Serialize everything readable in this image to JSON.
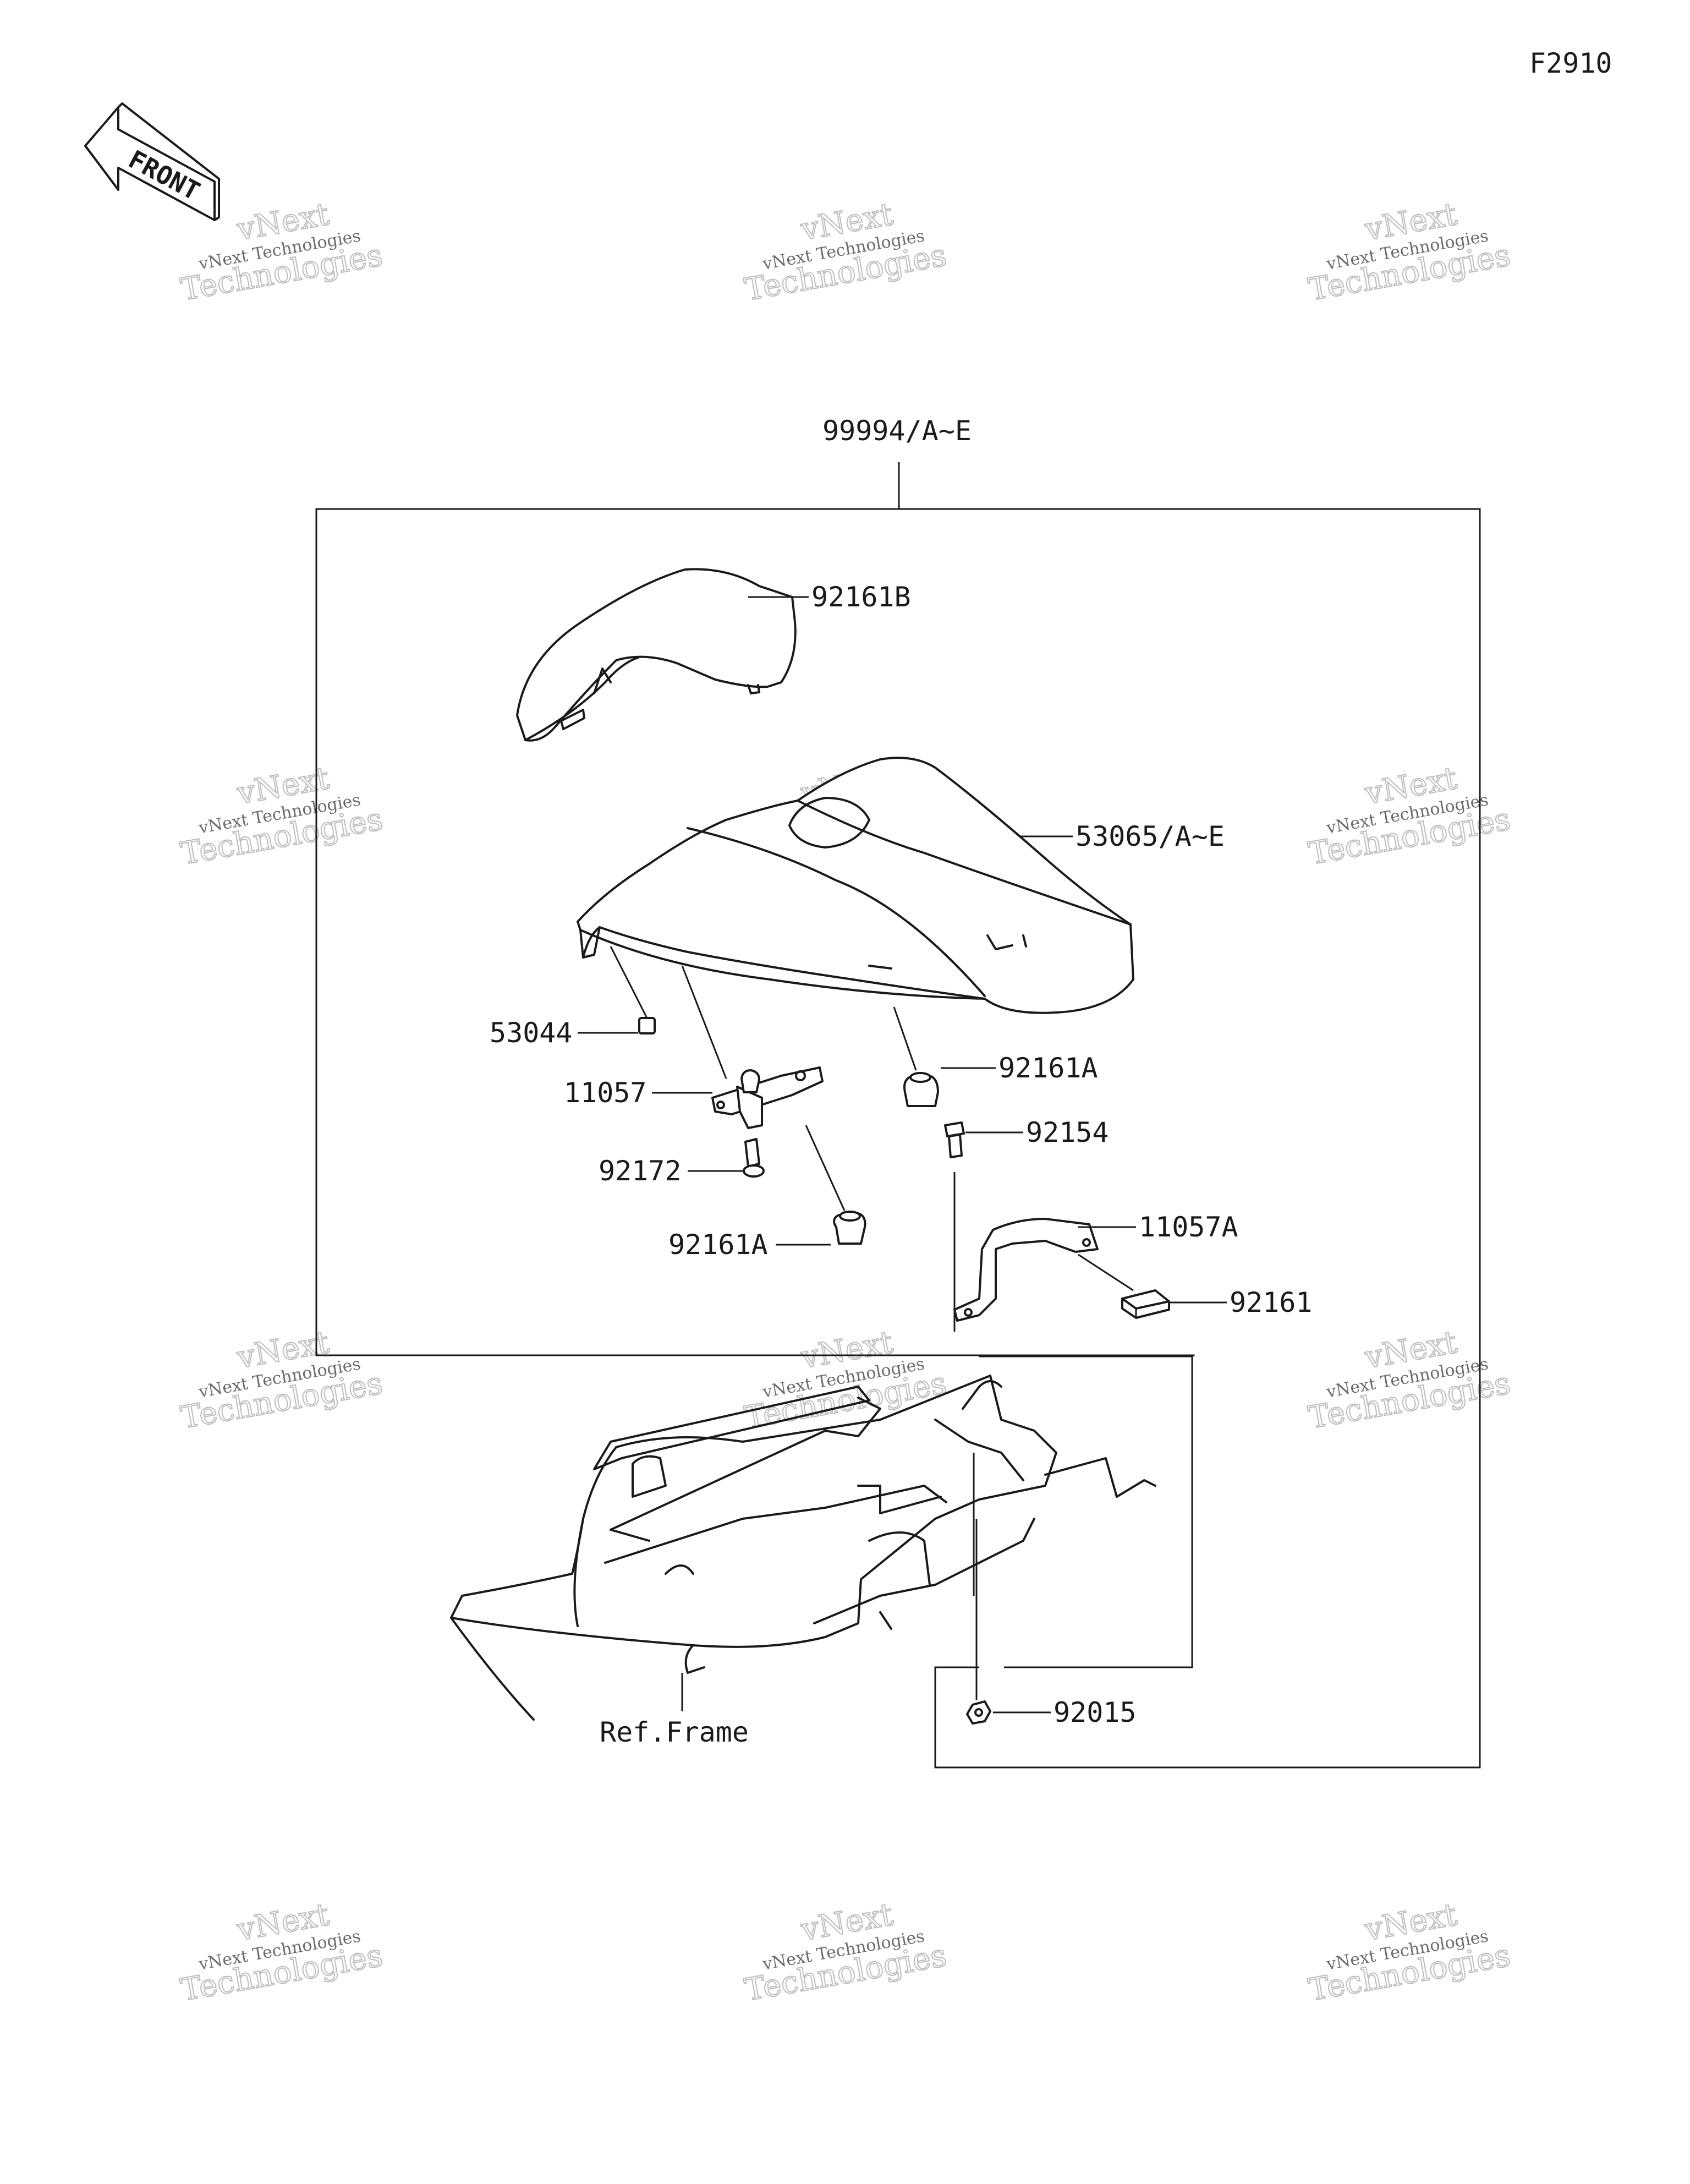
{
  "figure_id": "F2910",
  "front_label": "FRONT",
  "watermark": {
    "line1": "vNext Technologies",
    "line2a": "vNext",
    "line2b": "Technologies"
  },
  "callouts": {
    "assembly": "99994/A~E",
    "cover_pad": "92161B",
    "seat_cowl": "53065/A~E",
    "nut_53044": "53044",
    "bracket": "11057",
    "damper_right": "92161A",
    "bolt": "92154",
    "screw": "92172",
    "damper_left": "92161A",
    "bracket_a": "11057A",
    "damper": "92161",
    "nut_92015": "92015",
    "ref_frame": "Ref.Frame"
  }
}
